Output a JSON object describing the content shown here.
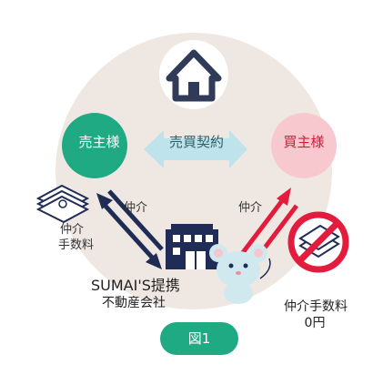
{
  "diagram": {
    "seller": "売主様",
    "contract": "売買契約",
    "buyer": "買主様",
    "left_fee": "仲介",
    "right_fee": "仲介",
    "seller_fee_line1": "仲介",
    "seller_fee_line2": "手数料",
    "agent_name_line1": "SUMAI'S提携",
    "agent_name_line2": "不動産会社",
    "buyer_fee_line1": "仲介手数料",
    "buyer_fee_line2": "0円",
    "figure_label": "図1"
  },
  "colors": {
    "background_circle": "#efe8e2",
    "seller_green": "#1faa84",
    "contract_arrow": "#bfe3ea",
    "buyer_pink": "#f8c8cf",
    "red_arrow": "#e31c3d",
    "navy_arrow": "#1f2c55",
    "figure_badge": "#1faa84"
  }
}
